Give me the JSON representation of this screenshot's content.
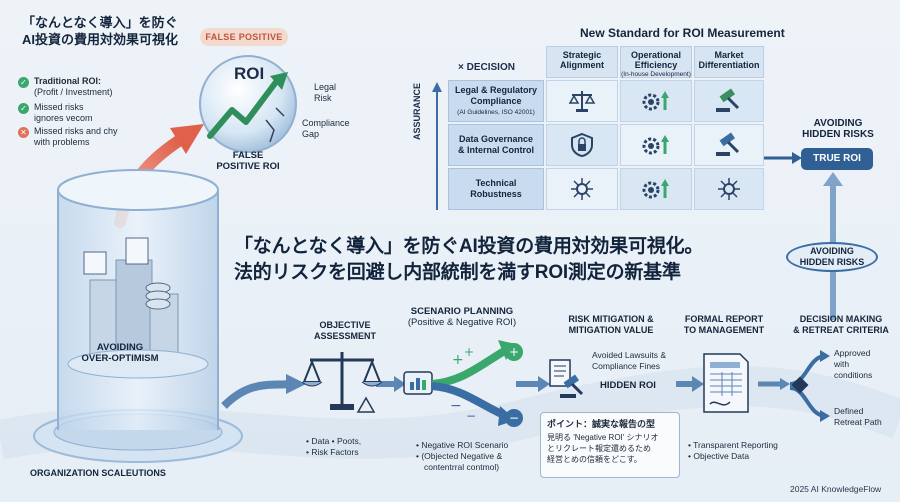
{
  "top_left": {
    "title_line1": "「なんとなく導入」を防ぐ",
    "title_line2": "AI投資の費用対効果可視化",
    "badge": "FALSE POSITIVE",
    "items": [
      {
        "text_line1": "Traditional ROI:",
        "text_line2": "(Profit / Investment)",
        "status": "ok"
      },
      {
        "text_line1": "Missed risks",
        "text_line2": "ignores vecom",
        "status": "ok"
      },
      {
        "text_line1": "Missed risks and chy",
        "text_line2": "with problems",
        "status": "bad"
      }
    ],
    "globe_text": "ROI",
    "legal_risk_line1": "Legal",
    "legal_risk_line2": "Risk",
    "compliance_line1": "Compliance",
    "compliance_line2": "Gap",
    "false_roi_line1": "FALSE",
    "false_roi_line2": "POSITIVE ROI"
  },
  "cylinder": {
    "label_line1": "AVOIDING",
    "label_line2": "OVER-OPTIMISM",
    "base_label": "ORGANIZATION SCALEUTIONS"
  },
  "matrix": {
    "title": "New Standard for ROI Measurement",
    "corner": "× DECISION",
    "axis": "ASSURANCE",
    "columns": [
      {
        "label_line1": "Strategic",
        "label_line2": "Alignment",
        "sub": ""
      },
      {
        "label_line1": "Operational",
        "label_line2": "Efficiency",
        "sub": "(In-house Development)"
      },
      {
        "label_line1": "Market",
        "label_line2": "Differentiation",
        "sub": ""
      }
    ],
    "rows": [
      {
        "label_line1": "Legal & Regulatory",
        "label_line2": "Compliance",
        "sub": "(AI Guidelines, ISO 42001)"
      },
      {
        "label_line1": "Data Governance",
        "label_line2": "& Internal Control",
        "sub": ""
      },
      {
        "label_line1": "Technical",
        "label_line2": "Robustness",
        "sub": ""
      }
    ]
  },
  "right_top": {
    "hidden_line1": "AVOIDING",
    "hidden_line2": "HIDDEN RISKS",
    "true_roi": "TRUE ROI",
    "ellipse_line1": "AVOIDING",
    "ellipse_line2": "HIDDEN RISKS"
  },
  "headline": {
    "line1": "「なんとなく導入」を防ぐAI投資の費用対効果可視化。",
    "line2": "法的リスクを回避し内部統制を満すROI測定の新基準"
  },
  "flow": {
    "objective_line1": "OBJECTIVE",
    "objective_line2": "ASSESSMENT",
    "objective_note_line1": "• Data • Poots,",
    "objective_note_line2": "• Risk Factors",
    "scenario_line1": "SCENARIO PLANNING",
    "scenario_line2": "(Positive & Negative ROI)",
    "scenario_note_line1": "• Negative ROI Scenario",
    "scenario_note_line2": "• (Objected Negative &",
    "scenario_note_line3": "contentrral contmol)",
    "risk_line1": "RISK MITIGATION &",
    "risk_line2": "MITIGATION VALUE",
    "avoided_line1": "Avoided Lawsuits &",
    "avoided_line2": "Compliance Fines",
    "hidden_roi": "HIDDEN ROI",
    "report_line1": "FORMAL REPORT",
    "report_line2": "TO MANAGEMENT",
    "report_note_line1": "• Transparent Reporting",
    "report_note_line2": "• Objective Data",
    "decision_line1": "DECISION MAKING",
    "decision_line2": "& RETREAT CRITERIA",
    "approved_line1": "Approved",
    "approved_line2": "with",
    "approved_line3": "conditions",
    "defined_line1": "Defined",
    "defined_line2": "Retreat Path"
  },
  "point_box": {
    "title": "ポイント：誠実な報告の型",
    "line1": "見明る 'Negative ROI' シナリオ",
    "line2": "とリクレート報定還めるため",
    "line3": "経営とめの信頼をどこす。"
  },
  "footer": "2025 AI KnowledgeFlow",
  "colors": {
    "navy": "#1b2e48",
    "blue": "#3a6da4",
    "green": "#3aa76d",
    "red": "#e0715a"
  }
}
